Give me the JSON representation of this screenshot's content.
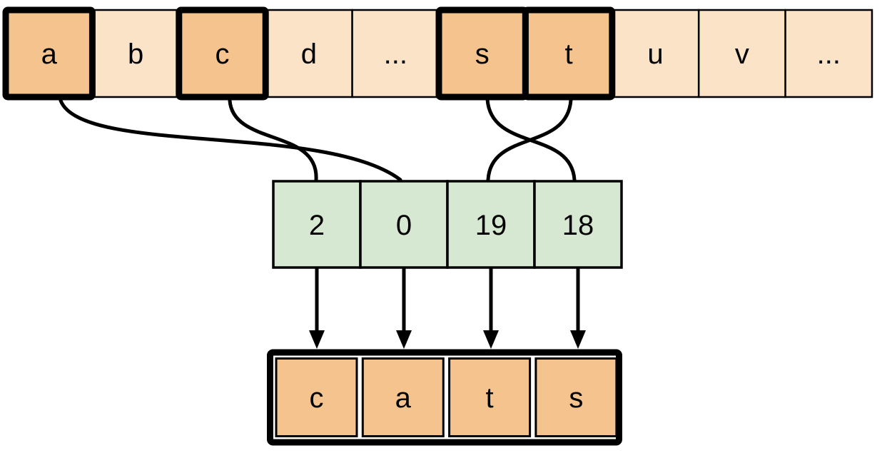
{
  "colors": {
    "background": "#ffffff",
    "cell_light": "#FAE3C7",
    "cell_highlight": "#F5C48E",
    "cell_index": "#D7E8D2",
    "stroke": "#000000"
  },
  "alphabet_row": {
    "description": "alphabet array with highlighted letters",
    "cells": [
      {
        "label": "a",
        "highlighted": true
      },
      {
        "label": "b",
        "highlighted": false
      },
      {
        "label": "c",
        "highlighted": true
      },
      {
        "label": "d",
        "highlighted": false
      },
      {
        "label": "...",
        "highlighted": false
      },
      {
        "label": "s",
        "highlighted": true
      },
      {
        "label": "t",
        "highlighted": true
      },
      {
        "label": "u",
        "highlighted": false
      },
      {
        "label": "v",
        "highlighted": false
      },
      {
        "label": "...",
        "highlighted": false
      }
    ]
  },
  "index_row": {
    "description": "index values array",
    "cells": [
      {
        "label": "2"
      },
      {
        "label": "0"
      },
      {
        "label": "19"
      },
      {
        "label": "18"
      }
    ]
  },
  "word_row": {
    "description": "output word array",
    "cells": [
      {
        "label": "c"
      },
      {
        "label": "a"
      },
      {
        "label": "t"
      },
      {
        "label": "s"
      }
    ]
  },
  "connections": [
    {
      "from": "a",
      "to": "0"
    },
    {
      "from": "c",
      "to": "2"
    },
    {
      "from": "s",
      "to": "18"
    },
    {
      "from": "t",
      "to": "19"
    }
  ]
}
